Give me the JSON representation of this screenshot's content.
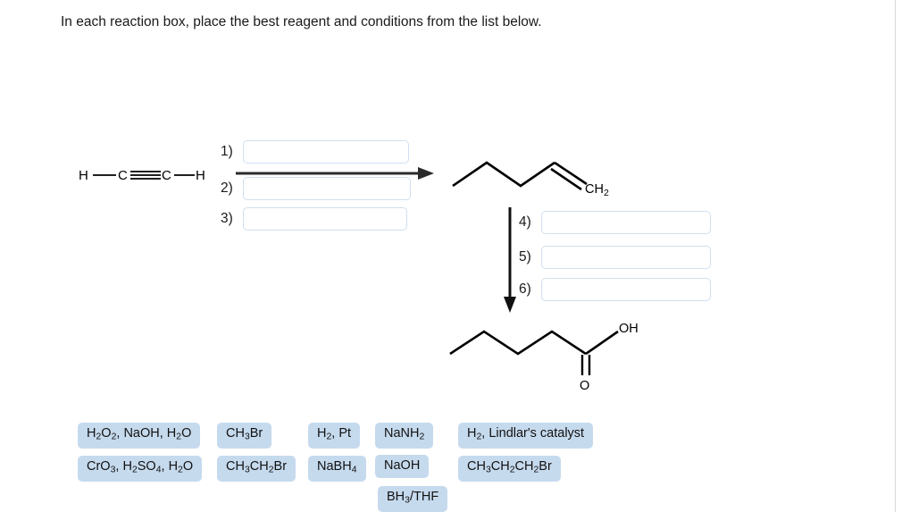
{
  "prompt": "In each reaction box, place the best reagent and conditions from the list below.",
  "reactant": {
    "name": "acetylene",
    "formula_parts": [
      "H",
      "C",
      "C",
      "H"
    ],
    "bond": "triple"
  },
  "intermediate": {
    "name": "1-pentene",
    "terminal_label": "CH2",
    "terminal_label_html": "CH<sub>2</sub>"
  },
  "product": {
    "name": "pentanoic acid",
    "hydroxyl_label": "OH",
    "carbonyl_label": "O"
  },
  "answer_boxes": {
    "horizontal": [
      {
        "number": "1)",
        "value": "",
        "placeholder": ""
      },
      {
        "number": "2)",
        "value": "",
        "placeholder": ""
      },
      {
        "number": "3)",
        "value": "",
        "placeholder": ""
      }
    ],
    "vertical": [
      {
        "number": "4)",
        "value": "",
        "placeholder": ""
      },
      {
        "number": "5)",
        "value": "",
        "placeholder": ""
      },
      {
        "number": "6)",
        "value": "",
        "placeholder": ""
      }
    ]
  },
  "reagents": {
    "row1": [
      {
        "label": "H2O2, NaOH, H2O",
        "html": "H<sub>2</sub>O<sub>2</sub>, NaOH, H<sub>2</sub>O"
      },
      {
        "label": "CH3Br",
        "html": "CH<sub>3</sub>Br"
      },
      {
        "label": "H2, Pt",
        "html": "H<sub>2</sub>, Pt"
      },
      {
        "label": "NaNH2",
        "html": "NaNH<sub>2</sub>"
      },
      {
        "label": "H2, Lindlar's catalyst",
        "html": "H<sub>2</sub>, Lindlar's catalyst"
      }
    ],
    "row2": [
      {
        "label": "CrO3, H2SO4, H2O",
        "html": "CrO<sub>3</sub>, H<sub>2</sub>SO<sub>4</sub>, H<sub>2</sub>O"
      },
      {
        "label": "CH3CH2Br",
        "html": "CH<sub>3</sub>CH<sub>2</sub>Br"
      },
      {
        "label": "NaBH4",
        "html": "NaBH<sub>4</sub>"
      },
      {
        "label": "NaOH",
        "html": "NaOH"
      },
      {
        "label": "CH3CH2CH2Br",
        "html": "CH<sub>3</sub>CH<sub>2</sub>CH<sub>2</sub>Br"
      }
    ],
    "row3": [
      {
        "label": "BH3/THF",
        "html": "BH<sub>3</sub>/THF"
      }
    ]
  },
  "colors": {
    "chip_background": "#c6daee",
    "input_border": "#cfdff0",
    "text": "#1a1a1a",
    "bond": "#000000",
    "page_background": "#ffffff"
  }
}
